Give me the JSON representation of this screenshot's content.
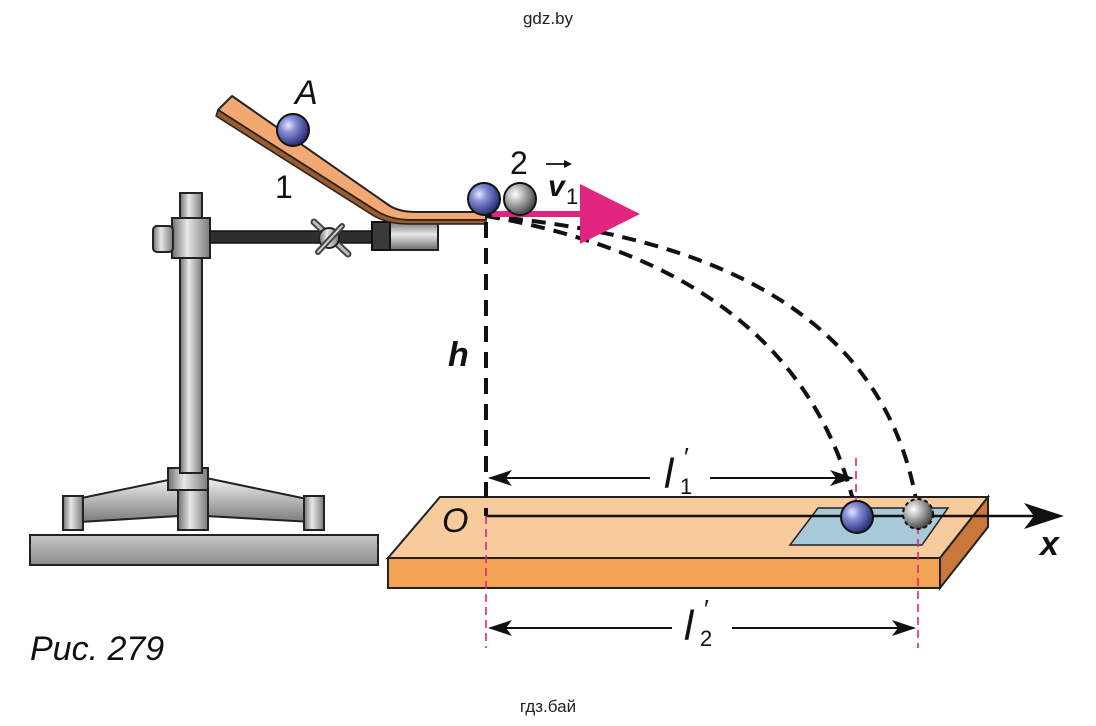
{
  "watermark_top": "gdz.by",
  "watermark_bottom": "гдз.бай",
  "caption": "Рис. 279",
  "labels": {
    "point_A": "A",
    "ball_1": "1",
    "ball_2": "2",
    "velocity_symbol": "v",
    "velocity_subscript": "1",
    "height": "h",
    "origin": "O",
    "axis_x": "x",
    "distance_1_symbol": "l",
    "distance_1_subscript": "1",
    "distance_1_prime": "′",
    "distance_2_symbol": "l",
    "distance_2_subscript": "2",
    "distance_2_prime": "′"
  },
  "colors": {
    "ramp": "#d9895a",
    "board_top": "#f7c89a",
    "board_front": "#f2a55e",
    "velocity_arrow": "#e0247f",
    "guide_line": "#e0247f",
    "paper": "#9ec5d6",
    "stand_metal": "#9a9a9a",
    "ball_blue": "#4a4fa8",
    "ball_grey": "#8a8a8a"
  }
}
